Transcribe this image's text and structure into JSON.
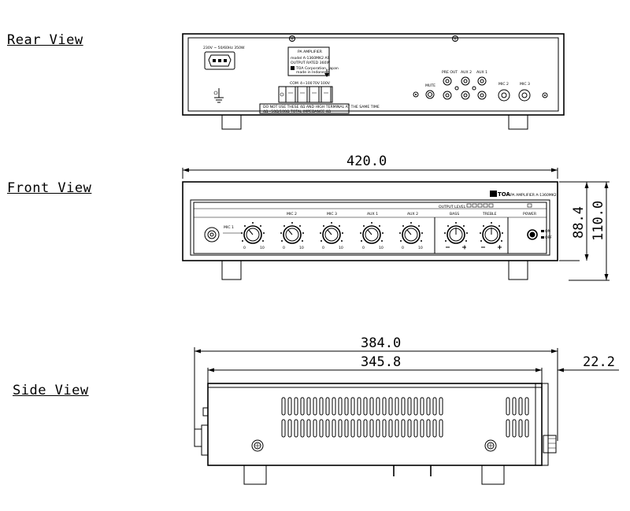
{
  "views": {
    "rear": "Rear View",
    "front": "Front View",
    "side": "Side View"
  },
  "rear_panel": {
    "power_rating": "230V ~ 50/60Hz 350W",
    "nameplate_title": "PA AMPLIFIER",
    "nameplate_model": "model   A-1360MK2 AS",
    "nameplate_output": "OUTPUT RATED    360W",
    "nameplate_maker": "TOA Corporation, Japan",
    "nameplate_origin": "made in Indonesia",
    "terminal_labels": [
      "COM",
      "4~100",
      "70V",
      "100V"
    ],
    "warning_line_1": "DO NOT USE THESE 4Ω AND HIGH TERMINAL AT THE SAME TIME",
    "warning_line_2": "4Ω~50Ω/100Ω TOTAL IMPEDANCE 4Ω",
    "mute_label": "MUTE",
    "pre_out_label": "PRE OUT",
    "aux2_label": "AUX 2",
    "aux1_label": "AUX 1",
    "mic2_label": "MIC 2",
    "mic3_label": "MIC 3"
  },
  "front_panel": {
    "brand": "TOA",
    "model_text": "PA AMPLIFIER A-1360MK2",
    "output_level": "OUTPUT LEVEL",
    "channels": [
      "MIC 1",
      "MIC 2",
      "MIC 3",
      "AUX 1",
      "AUX 2"
    ],
    "tone_controls": [
      "BASS",
      "TREBLE"
    ],
    "power_label": "POWER",
    "power_on": "ON",
    "power_off": "OFF",
    "scale_min": "0",
    "scale_max": "10"
  },
  "dimensions": {
    "front_width": "420.0",
    "front_height_inner": "88.4",
    "front_height_total": "110.0",
    "side_total_depth": "384.0",
    "side_body_depth": "345.8",
    "side_knob_protrusion": "22.2"
  }
}
